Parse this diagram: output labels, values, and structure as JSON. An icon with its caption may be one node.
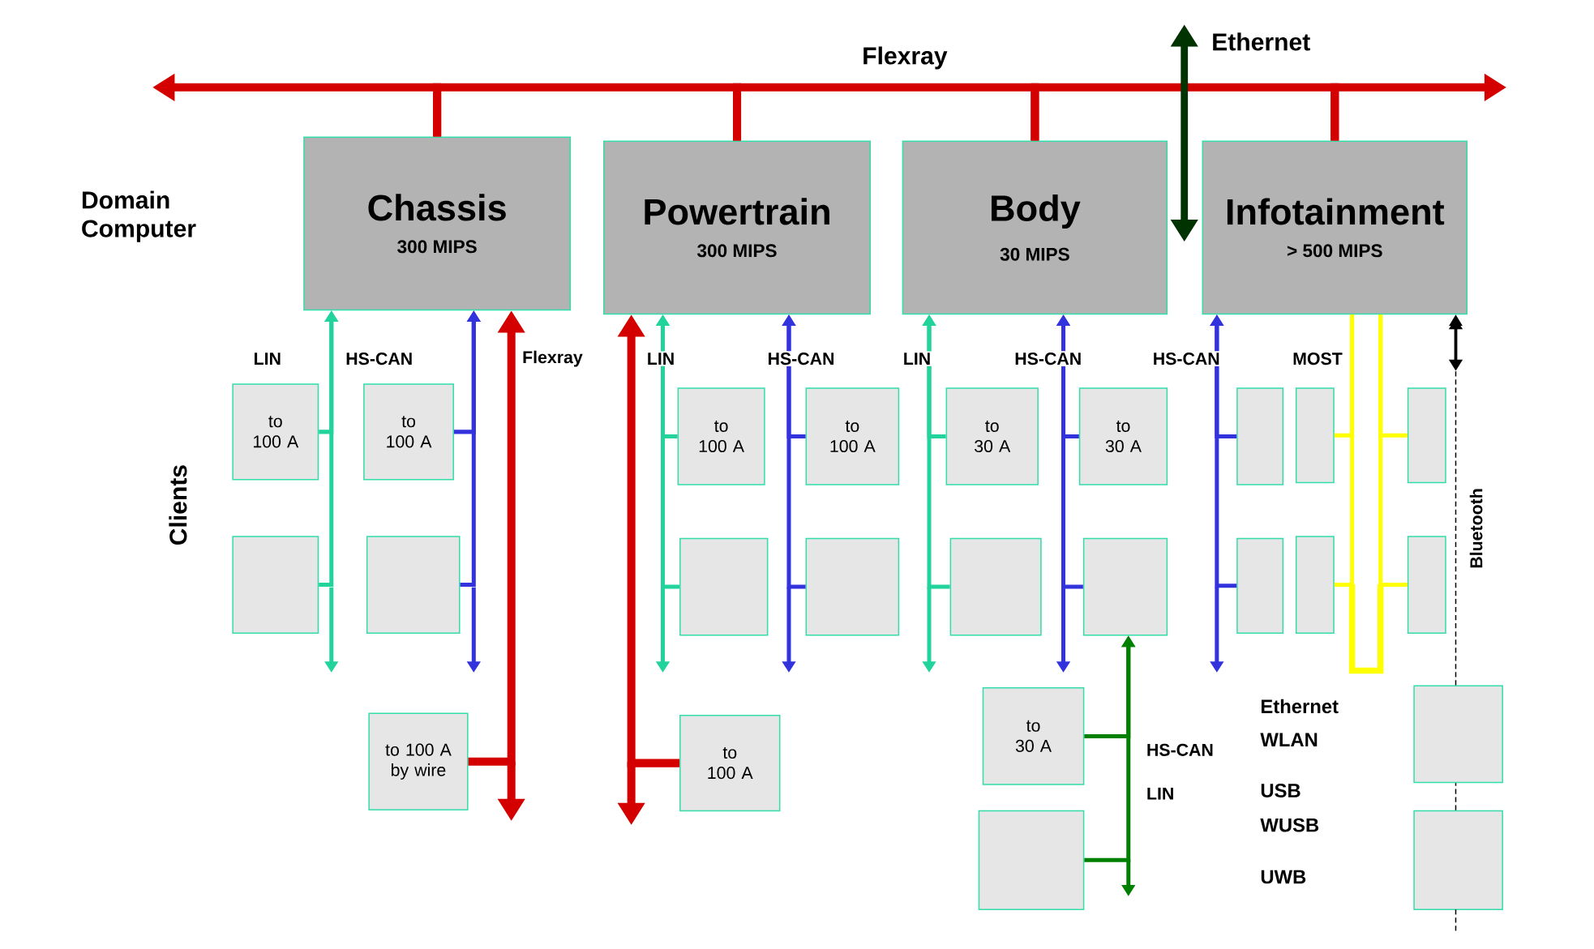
{
  "diagram": {
    "nodes": [
      {
        "text": [
          "Chassis",
          "300 MIPS"
        ]
      },
      {
        "text": [
          "Powertrain",
          "300 MIPS"
        ]
      },
      {
        "text": [
          "Body",
          "30 MIPS"
        ]
      },
      {
        "text": [
          "Infotainment",
          "> 500 MIPS"
        ]
      },
      {
        "text": [
          "to 100 A"
        ]
      },
      {
        "text": [],
        "shape": "box"
      },
      {
        "text": [
          "to 100 A"
        ]
      },
      {
        "text": [],
        "shape": "box"
      },
      {
        "text": [
          "to 100 A by wire"
        ]
      },
      {
        "text": [
          "to 100 A"
        ]
      },
      {
        "text": [
          "to 100 A"
        ]
      },
      {
        "text": [],
        "shape": "box"
      },
      {
        "text": [
          "to 100 A"
        ]
      },
      {
        "text": [],
        "shape": "box"
      },
      {
        "text": [
          "to 30 A"
        ]
      },
      {
        "text": [],
        "shape": "box"
      },
      {
        "text": [
          "to 30 A"
        ]
      },
      {
        "text": [],
        "shape": "box"
      },
      {
        "text": [
          "to 30 A"
        ]
      },
      {
        "text": [],
        "shape": "box"
      },
      {
        "text": [],
        "shape": "box"
      },
      {
        "text": [],
        "shape": "box"
      },
      {
        "text": [],
        "shape": "box"
      },
      {
        "text": [],
        "shape": "box"
      },
      {
        "text": [],
        "shape": "box"
      },
      {
        "text": [],
        "shape": "box"
      },
      {
        "text": [],
        "shape": "box"
      },
      {
        "text": [],
        "shape": "box"
      }
    ],
    "edges": [
      {
        "from": 0,
        "to": 1,
        "arrow": "none",
        "style": "thick",
        "color": "#d40000"
      },
      {
        "from": 1,
        "to": 2,
        "arrow": "none",
        "style": "thick",
        "color": "#d40000"
      },
      {
        "from": 2,
        "to": 3,
        "arrow": "none",
        "style": "thick",
        "color": "#d40000"
      },
      {
        "from": 0,
        "to": null,
        "arrow": "to",
        "style": "thick",
        "color": "#d40000"
      },
      {
        "from": 3,
        "to": null,
        "arrow": "to",
        "style": "thick",
        "color": "#d40000"
      },
      {
        "from": 4,
        "to": 0,
        "arrow": "to",
        "color": "#22d39b"
      },
      {
        "from": 5,
        "to": 0,
        "arrow": "to",
        "color": "#22d39b"
      },
      {
        "from": 6,
        "to": 0,
        "arrow": "to",
        "color": "#3333dd"
      },
      {
        "from": 7,
        "to": 0,
        "arrow": "to",
        "color": "#3333dd"
      },
      {
        "from": 8,
        "to": 0,
        "arrow": "to",
        "style": "thick",
        "color": "#d40000"
      },
      {
        "from": 9,
        "to": 1,
        "arrow": "to",
        "style": "thick",
        "color": "#d40000"
      },
      {
        "from": 10,
        "to": 1,
        "arrow": "to",
        "color": "#22d39b"
      },
      {
        "from": 11,
        "to": 1,
        "arrow": "to",
        "color": "#22d39b"
      },
      {
        "from": 12,
        "to": 1,
        "arrow": "to",
        "color": "#3333dd"
      },
      {
        "from": 13,
        "to": 1,
        "arrow": "to",
        "color": "#3333dd"
      },
      {
        "from": 14,
        "to": 2,
        "arrow": "to",
        "color": "#22d39b"
      },
      {
        "from": 15,
        "to": 2,
        "arrow": "to",
        "color": "#22d39b"
      },
      {
        "from": 16,
        "to": 2,
        "arrow": "to",
        "color": "#3333dd"
      },
      {
        "from": 17,
        "to": 2,
        "arrow": "to",
        "color": "#3333dd"
      },
      {
        "from": 18,
        "to": 17,
        "arrow": "to",
        "color": "#008000"
      },
      {
        "from": 19,
        "to": 17,
        "arrow": "to",
        "color": "#008000"
      },
      {
        "from": 20,
        "to": 3,
        "arrow": "to",
        "color": "#3333dd"
      },
      {
        "from": 21,
        "to": 3,
        "arrow": "to",
        "color": "#3333dd"
      },
      {
        "from": 22,
        "to": 3,
        "arrow": "none",
        "color": "#ffff00"
      },
      {
        "from": 23,
        "to": 3,
        "arrow": "none",
        "color": "#ffff00"
      },
      {
        "from": 24,
        "to": 3,
        "arrow": "none",
        "color": "#ffff00"
      },
      {
        "from": 25,
        "to": 3,
        "arrow": "none",
        "color": "#ffff00"
      },
      {
        "from": 26,
        "to": 3,
        "arrow": "to",
        "style": "dashed",
        "color": "#000000"
      },
      {
        "from": 27,
        "to": 26,
        "arrow": "none",
        "style": "dashed",
        "color": "#000000"
      }
    ],
    "labels": [
      "Domain Computer",
      "Clients",
      "Flexray",
      "Ethernet",
      "LIN",
      "HS-CAN",
      "Flexray",
      "LIN",
      "HS-CAN",
      "LIN",
      "HS-CAN",
      "HS-CAN",
      "MOST",
      "Bluetooth",
      "Ethernet",
      "HS-CAN",
      "WLAN",
      "LIN",
      "USB",
      "WUSB",
      "UWB"
    ]
  }
}
